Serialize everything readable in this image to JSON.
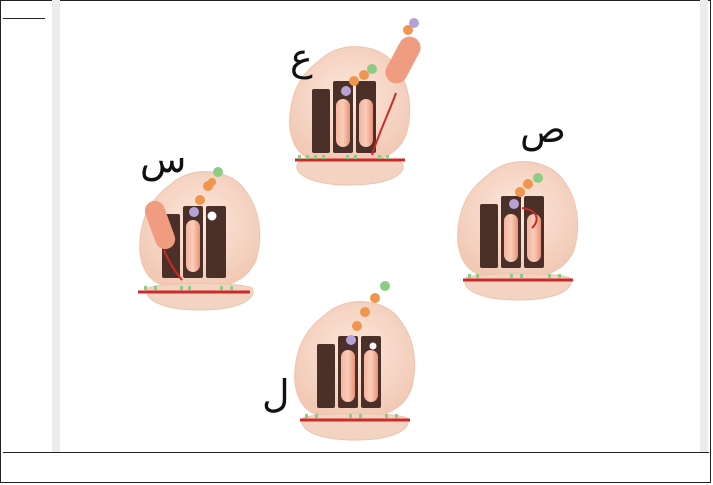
{
  "labels": {
    "top": "ع",
    "left": "س",
    "right": "ص",
    "bottom": "ل"
  },
  "colors": {
    "ribosome": "#f6d8c8",
    "ribosome_stroke": "#e8b9a2",
    "site_dark": "#4a3028",
    "trna": "#ec9e86",
    "mrna": "#cc2a2a",
    "aa_orange": "#f0954e",
    "aa_green": "#8ccc84",
    "aa_purple": "#b7a2d6",
    "factor": "#ef9c80"
  }
}
